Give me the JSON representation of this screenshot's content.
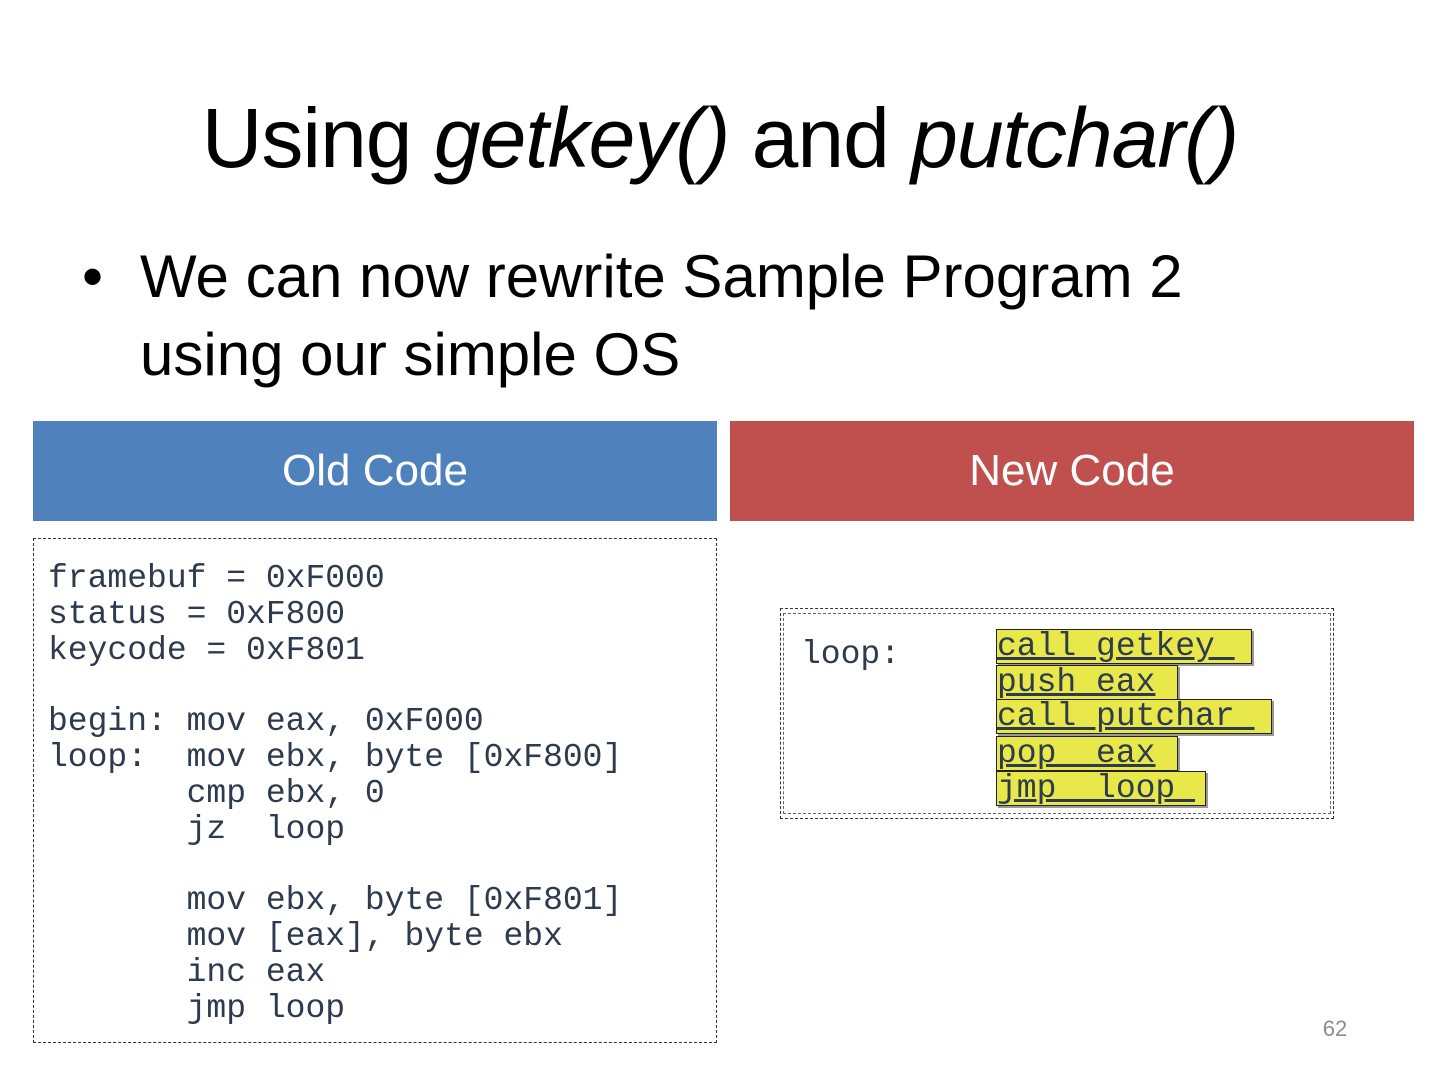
{
  "title": {
    "part1": "Using ",
    "italic1": "getkey()",
    "part2": " and ",
    "italic2": "putchar()"
  },
  "bullet": {
    "marker": "•",
    "text": "We can now rewrite Sample Program 2 using our simple OS"
  },
  "old_code": {
    "header": "Old Code",
    "code": "framebuf = 0xF000\nstatus = 0xF800\nkeycode = 0xF801\n\nbegin: mov eax, 0xF000\nloop:  mov ebx, byte [0xF800]\n       cmp ebx, 0\n       jz  loop\n\n       mov ebx, byte [0xF801]\n       mov [eax], byte ebx\n       inc eax\n       jmp loop"
  },
  "new_code": {
    "header": "New Code",
    "label": "loop:",
    "instructions": [
      "call getkey ",
      "push eax",
      "call putchar ",
      "pop  eax",
      "jmp  loop "
    ]
  },
  "page_number": "62",
  "colors": {
    "old_header": "#4f81bd",
    "new_header": "#c0504d",
    "highlight": "#e8e84a"
  }
}
